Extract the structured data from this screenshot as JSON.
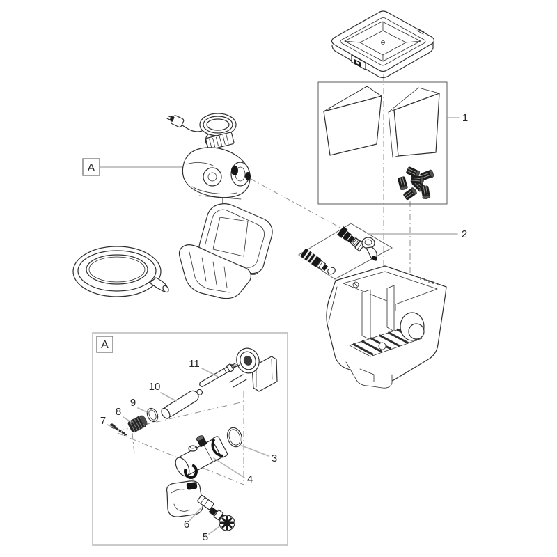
{
  "colors": {
    "background": "#ffffff",
    "line": "#2e2e2e",
    "leader": "#b3b3b3",
    "dash": "#8f8f8f",
    "label": "#262626",
    "frame": "#5a5a5a",
    "detail_frame": "#bdbdbd",
    "marker_border": "#7d7d7d"
  },
  "markers": {
    "main": "A",
    "detail": "A"
  },
  "callouts": {
    "1": "1",
    "2": "2",
    "3": "3",
    "4": "4",
    "5": "5",
    "6": "6",
    "7": "7",
    "8": "8",
    "9": "9",
    "10": "10",
    "11": "11"
  }
}
